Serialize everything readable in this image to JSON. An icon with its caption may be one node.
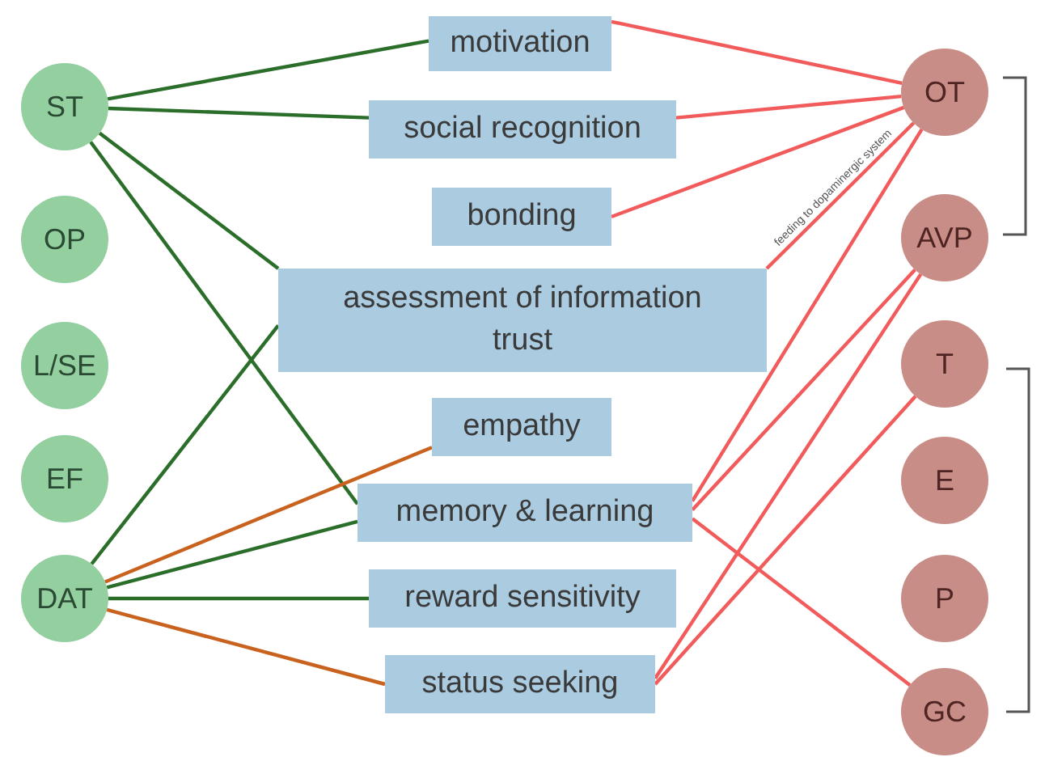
{
  "diagram": {
    "nodes": [
      {
        "text": [
          "ST"
        ]
      },
      {
        "text": [
          "OP"
        ]
      },
      {
        "text": [
          "L/SE"
        ]
      },
      {
        "text": [
          "EF"
        ]
      },
      {
        "text": [
          "DAT"
        ]
      },
      {
        "text": [
          "motivation"
        ]
      },
      {
        "text": [
          "social recognition"
        ]
      },
      {
        "text": [
          "bonding"
        ]
      },
      {
        "text": [
          "assessment of information trust"
        ]
      },
      {
        "text": [
          "empathy"
        ]
      },
      {
        "text": [
          "memory & learning"
        ]
      },
      {
        "text": [
          "reward sensitivity"
        ]
      },
      {
        "text": [
          "status seeking"
        ]
      },
      {
        "text": [
          "OT"
        ]
      },
      {
        "text": [
          "AVP"
        ]
      },
      {
        "text": [
          "T"
        ]
      },
      {
        "text": [
          "E"
        ]
      },
      {
        "text": [
          "P"
        ]
      },
      {
        "text": [
          "GC"
        ]
      }
    ],
    "edges": [
      {
        "from": 0,
        "to": 5,
        "arrow": "none",
        "color": "#2a6e2a"
      },
      {
        "from": 0,
        "to": 6,
        "arrow": "none",
        "color": "#2a6e2a"
      },
      {
        "from": 0,
        "to": 8,
        "arrow": "none",
        "color": "#2a6e2a"
      },
      {
        "from": 0,
        "to": 10,
        "arrow": "none",
        "color": "#2a6e2a"
      },
      {
        "from": 4,
        "to": 8,
        "arrow": "none",
        "color": "#2a6e2a"
      },
      {
        "from": 4,
        "to": 9,
        "arrow": "none",
        "color": "#c8621e"
      },
      {
        "from": 4,
        "to": 10,
        "arrow": "none",
        "color": "#2a6e2a"
      },
      {
        "from": 4,
        "to": 11,
        "arrow": "none",
        "color": "#2a6e2a"
      },
      {
        "from": 4,
        "to": 12,
        "arrow": "none",
        "color": "#c8621e"
      },
      {
        "from": 13,
        "to": 5,
        "arrow": "none"
      },
      {
        "from": 13,
        "to": 6,
        "arrow": "none"
      },
      {
        "from": 13,
        "to": 7,
        "arrow": "none"
      },
      {
        "from": 13,
        "to": 8,
        "arrow": "none",
        "label": "feeding to dopaminergic system"
      },
      {
        "from": 13,
        "to": 10,
        "arrow": "none"
      },
      {
        "from": 14,
        "to": 10,
        "arrow": "none"
      },
      {
        "from": 14,
        "to": 12,
        "arrow": "none"
      },
      {
        "from": 15,
        "to": 12,
        "arrow": "none"
      },
      {
        "from": 10,
        "to": 18,
        "arrow": "none"
      }
    ]
  }
}
